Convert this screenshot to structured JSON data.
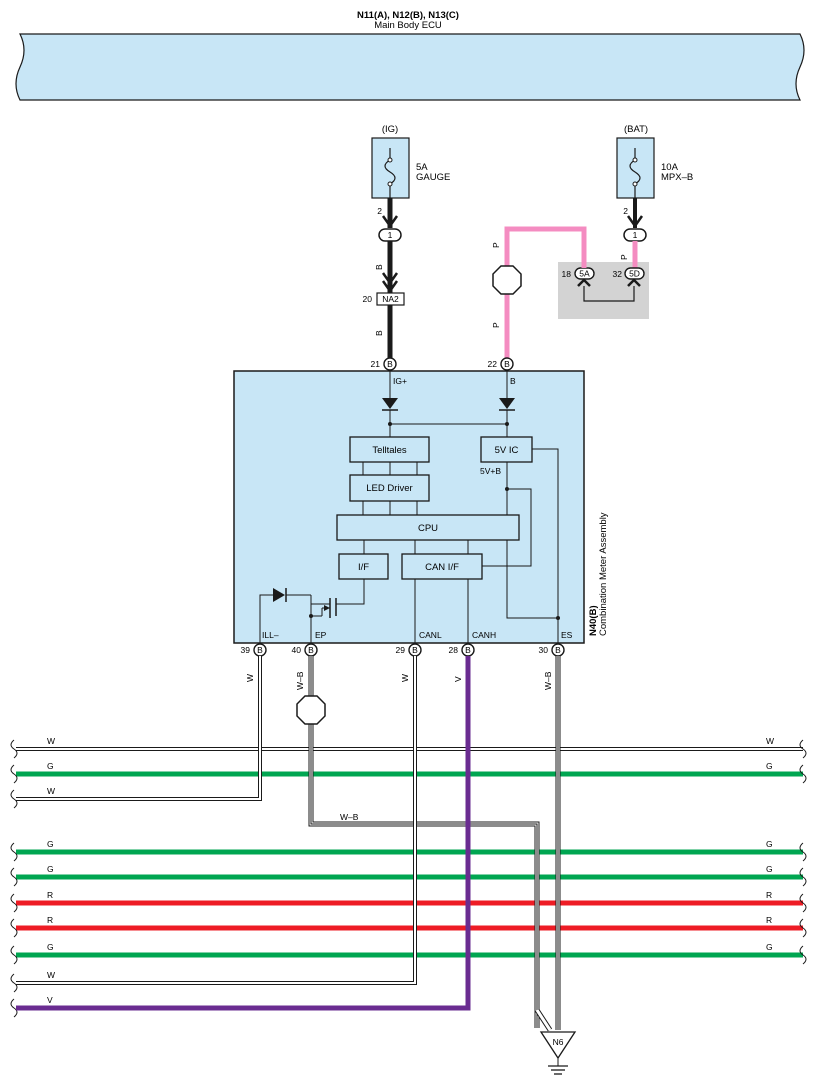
{
  "ecu": {
    "connectors": "N11(A), N12(B), N13(C)",
    "name": "Main Body ECU"
  },
  "fuses": {
    "ig": {
      "supply": "(IG)",
      "rating": "5A",
      "name": "GAUGE",
      "pin": "2",
      "splice": "1"
    },
    "bat": {
      "supply": "(BAT)",
      "rating": "10A",
      "name": "MPX–B",
      "pin": "2",
      "splice": "1"
    }
  },
  "junction": {
    "na2_pin": "20",
    "na2_label": "NA2",
    "pin_18": "18",
    "conn_5a": "5A",
    "pin_32": "32",
    "conn_5d": "5D"
  },
  "meter": {
    "connector": "N40(B)",
    "name": "Combination Meter Assembly",
    "blocks": {
      "telltales": "Telltales",
      "led_driver": "LED Driver",
      "cpu": "CPU",
      "if": "I/F",
      "can_if": "CAN I/F",
      "ic5v": "5V IC",
      "v5b": "5V+B"
    },
    "top_terminals": [
      {
        "pin": "21",
        "conn": "B",
        "label": "IG+"
      },
      {
        "pin": "22",
        "conn": "B",
        "label": "B"
      }
    ],
    "bottom_terminals": [
      {
        "pin": "39",
        "conn": "B",
        "label": "ILL–"
      },
      {
        "pin": "40",
        "conn": "B",
        "label": "EP"
      },
      {
        "pin": "29",
        "conn": "B",
        "label": "CANL"
      },
      {
        "pin": "28",
        "conn": "B",
        "label": "CANH"
      },
      {
        "pin": "30",
        "conn": "B",
        "label": "ES"
      }
    ]
  },
  "wire_colors": {
    "ig_upper": "B",
    "ig_lower": "B",
    "bat_p_left": "P",
    "bat_p_lower": "P",
    "bat_p_right": "P",
    "ill": "W",
    "ep": "W–B",
    "canl": "W",
    "canh": "V",
    "es": "W–B",
    "ep_bottom": "W–B"
  },
  "buses": [
    {
      "left": "W",
      "right": "W"
    },
    {
      "left": "G",
      "right": "G"
    },
    {
      "left": "W"
    },
    {
      "left": "G",
      "right": "G"
    },
    {
      "left": "G",
      "right": "G"
    },
    {
      "left": "R",
      "right": "R"
    },
    {
      "left": "R",
      "right": "R"
    },
    {
      "left": "G",
      "right": "G"
    },
    {
      "left": "W"
    },
    {
      "left": "V"
    }
  ],
  "ground": {
    "label": "N6"
  },
  "colors": {
    "panel": "#c8e6f6",
    "black": "#1a1a1a",
    "pink": "#f48cc1",
    "green": "#00a651",
    "red": "#ee1c25",
    "purple": "#6a2c91",
    "gray": "#d3d3d3"
  }
}
